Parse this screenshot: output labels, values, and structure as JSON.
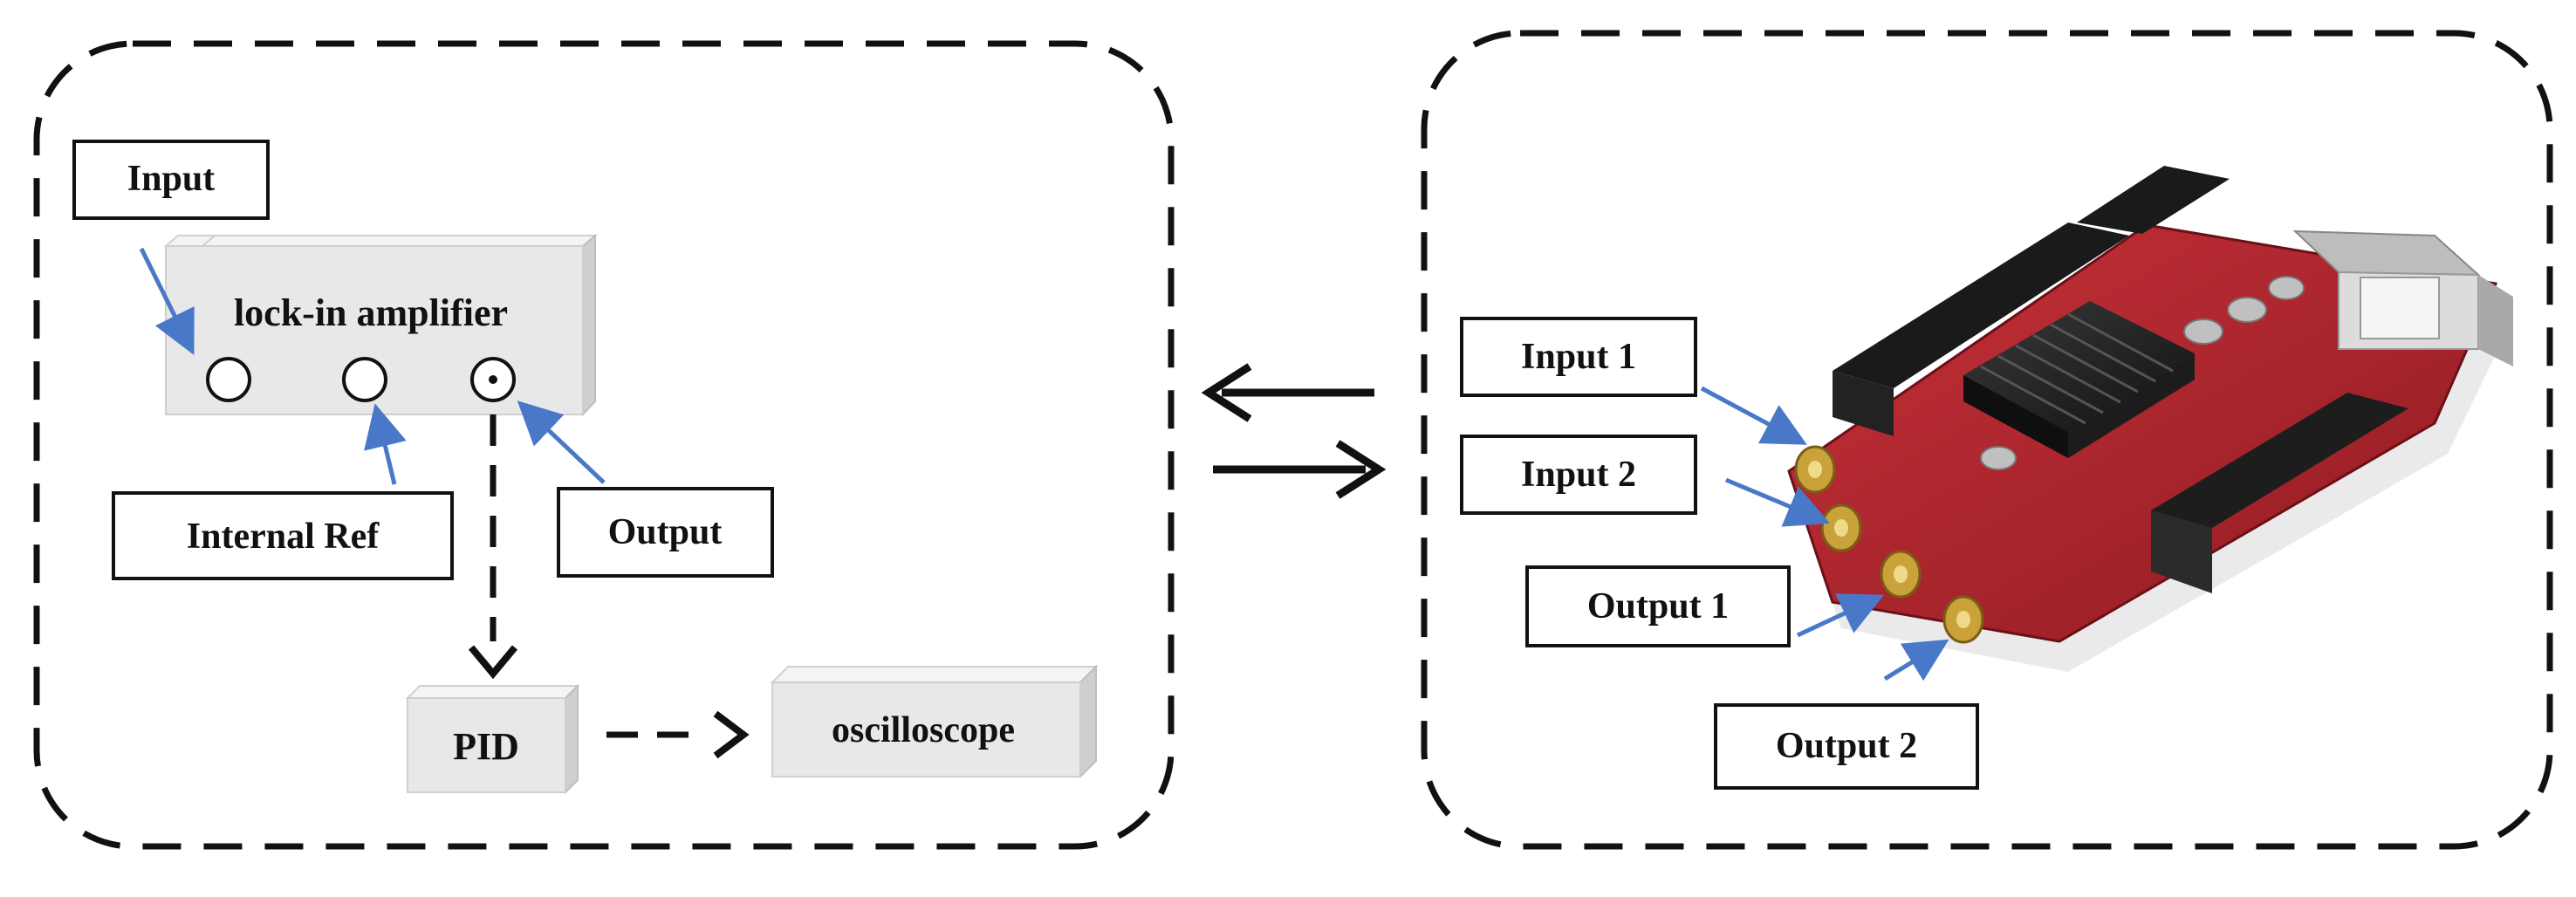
{
  "left_panel": {
    "input_label": "Input",
    "lockin_label": "lock-in amplifier",
    "internal_ref_label": "Internal Ref",
    "output_label": "Output",
    "pid_label": "PID",
    "oscilloscope_label": "oscilloscope"
  },
  "right_panel": {
    "board_labels": {
      "input1": "Input 1",
      "input2": "Input 2",
      "output1": "Output 1",
      "output2": "Output 2"
    }
  },
  "colors": {
    "line": "#111111",
    "arrow_blue": "#4a78c9",
    "box_face": "#e6e6e6",
    "box_top": "#f2f2f2",
    "box_side": "#c9c9c9",
    "pcb_red": "#b8232a",
    "heatsink": "#2a2a2a",
    "connector_gold": "#c9a23a"
  }
}
